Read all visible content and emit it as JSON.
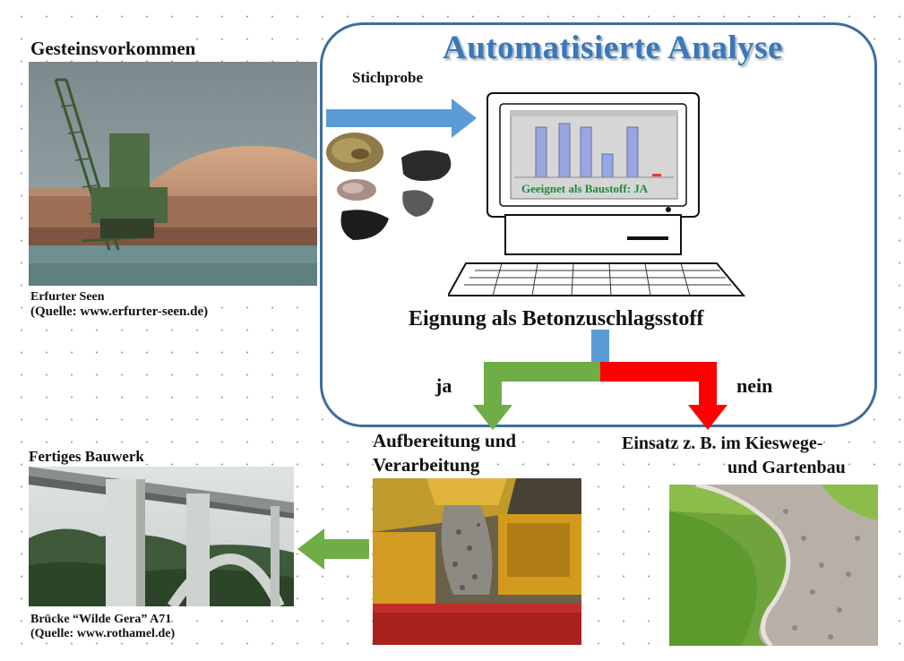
{
  "top_left": {
    "heading": "Gesteinsvorkommen",
    "caption_line1": "Erfurter Seen",
    "caption_line2": "(Quelle: www.erfurter-seen.de)"
  },
  "analysis": {
    "title": "Automatisierte Analyse",
    "sample_label": "Stichprobe",
    "screen_text": "Geeignet als Baustoff: JA",
    "screen_bar_color": "#9aa6df",
    "question": "Eignung als Betonzuschlagsstoff",
    "yes_label": "ja",
    "no_label": "nein"
  },
  "processing": {
    "line1": "Aufbereitung  und",
    "line2": "Verarbeitung"
  },
  "alternative": {
    "line1": "Einsatz z. B. im Kieswege-",
    "line2": "und Gartenbau"
  },
  "bottom_left": {
    "heading": "Fertiges Bauwerk",
    "caption_line1": "Brücke “Wilde Gera” A71",
    "caption_line2": "(Quelle: www.rothamel.de)"
  },
  "colors": {
    "blue_arrow": "#5b9bd5",
    "green_arrow": "#70ad47",
    "red_arrow": "#ff0000",
    "panel_border": "#3c6e9f",
    "title": "#3a78b9",
    "screen_text": "#1e8a3c"
  }
}
